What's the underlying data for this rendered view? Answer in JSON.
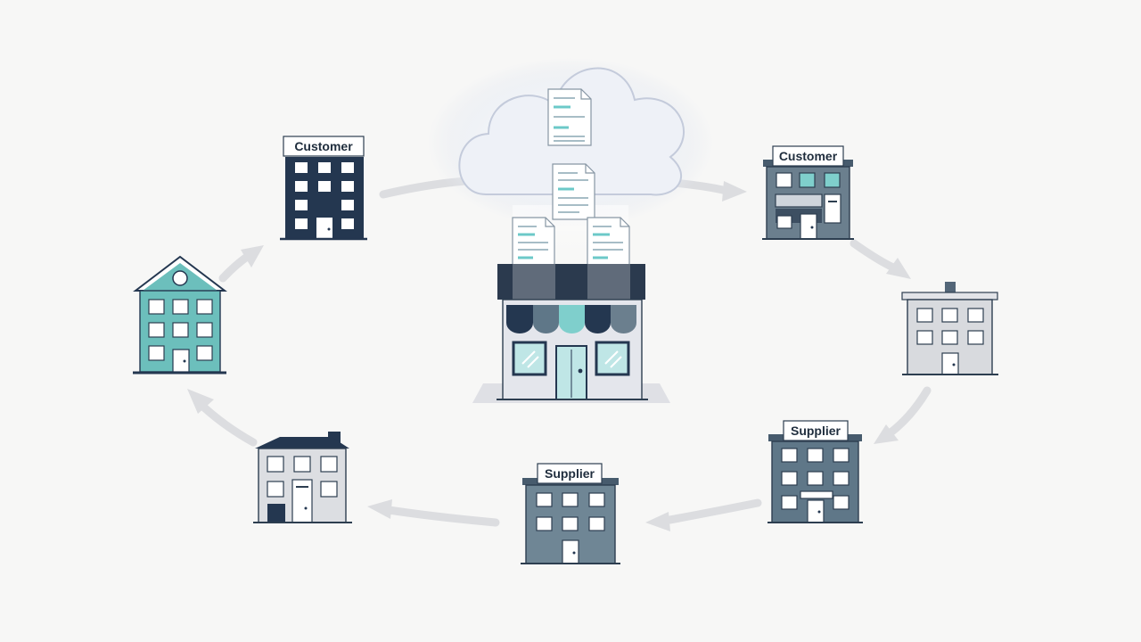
{
  "nodes": {
    "customer_top_left": {
      "label": "Customer",
      "color": "#243750"
    },
    "customer_top_right": {
      "label": "Customer",
      "color": "#6b7f8e"
    },
    "supplier_bottom_right": {
      "label": "Supplier",
      "color": "#5f7788"
    },
    "supplier_bottom_center": {
      "label": "Supplier",
      "color": "#6f8695"
    },
    "building_right": {
      "color": "#d8dade"
    },
    "building_bottom_left": {
      "color": "#dcdee2"
    },
    "house_left": {
      "color": "#6cbfbc"
    }
  },
  "hub": {
    "awning_colors": [
      "#243750",
      "#5f7788",
      "#7fcfcc",
      "#243750",
      "#6b7f8e"
    ],
    "cloud_icon": "cloud-icon",
    "document_icon": "document-icon"
  },
  "colors": {
    "dark_navy": "#243750",
    "teal": "#6cc9c8",
    "arrow": "#dcdde0",
    "background": "#f7f7f6"
  }
}
